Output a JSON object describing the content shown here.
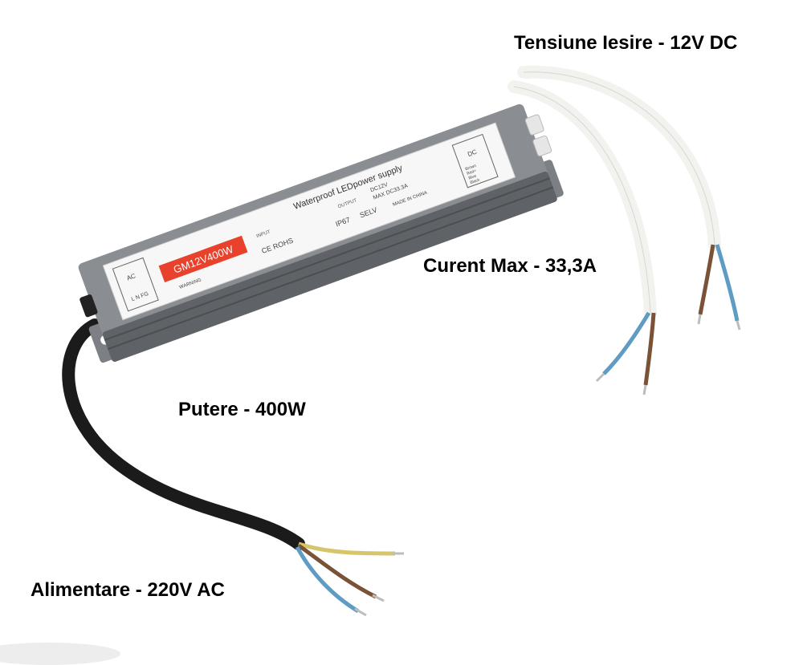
{
  "callouts": {
    "output_voltage": "Tensiune Iesire - 12V DC",
    "max_current": "Curent Max - 33,3A",
    "power": "Putere - 400W",
    "input_supply": "Alimentare - 220V AC"
  },
  "device": {
    "model": "GM12V400W",
    "product_name": "Waterproof LEDpower supply",
    "input_label": "INPUT",
    "output_label": "OUTPUT",
    "output_voltage": "DC12V",
    "output_current": "MAX DC33.3A",
    "protection": "IP67",
    "selv": "SELV",
    "certifications": "CE ROHS",
    "origin": "MADE IN CHINA",
    "warning": "WARNING",
    "ac_label": "AC",
    "dc_label": "DC",
    "lnfg": "L N FG",
    "brown_label": "Brown",
    "red_label": "Red+",
    "blue_label": "Blue",
    "black_label": "Black"
  },
  "colors": {
    "housing": "#8a8d91",
    "housing_dark": "#5f6266",
    "model_badge": "#e8412c",
    "cable_white": "#f2f2ef",
    "cable_black": "#1b1b1b",
    "wire_brown": "#7a5238",
    "wire_blue": "#5f9cc4",
    "wire_yellow": "#d7c56a"
  }
}
